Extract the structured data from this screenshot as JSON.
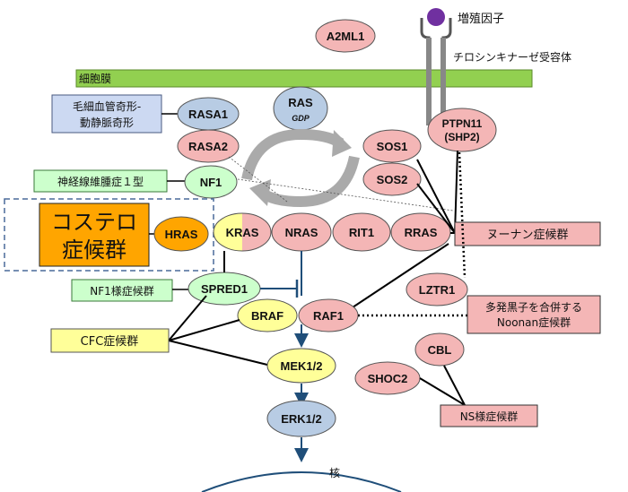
{
  "labels": {
    "growth_factor": "増殖因子",
    "receptor": "チロシンキナーゼ受容体",
    "membrane": "細胞膜",
    "nucleus": "核"
  },
  "nodes": {
    "a2ml1": "A2ML1",
    "rasa1": "RASA1",
    "ras": "RAS",
    "gdp": "GDP",
    "ptpn11_line1": "PTPN11",
    "ptpn11_line2": "(SHP2)",
    "rasa2": "RASA2",
    "sos1": "SOS1",
    "sos2": "SOS2",
    "nf1": "NF1",
    "hras": "HRAS",
    "kras": "KRAS",
    "nras": "NRAS",
    "rit1": "RIT1",
    "rras": "RRAS",
    "spred1": "SPRED1",
    "lztr1": "LZTR1",
    "braf": "BRAF",
    "raf1": "RAF1",
    "cbl": "CBL",
    "mek12": "MEK1/2",
    "shoc2": "SHOC2",
    "erk12": "ERK1/2"
  },
  "syndromes": {
    "capillary_line1": "毛細血管奇形-",
    "capillary_line2": "動静脈奇形",
    "nf1_type1": "神経線維腫症１型",
    "costello_line1": "コステロ",
    "costello_line2": "症候群",
    "noonan": "ヌーナン症候群",
    "nf1_like": "NF1様症候群",
    "multiple_lentigines_line1": "多発黒子を合併する",
    "multiple_lentigines_line2": "Noonan症候群",
    "cfc": "CFC症候群",
    "ns_like": "NS様症候群"
  },
  "colors": {
    "pink_node": "#f4b6b6",
    "blue_node": "#b8cce4",
    "yellow_node": "#ffff99",
    "green_node": "#ccffcc",
    "orange_box": "#ffa500",
    "membrane": "#92d050",
    "purple": "#7030a0",
    "arrow_blue": "#1f4e79"
  }
}
